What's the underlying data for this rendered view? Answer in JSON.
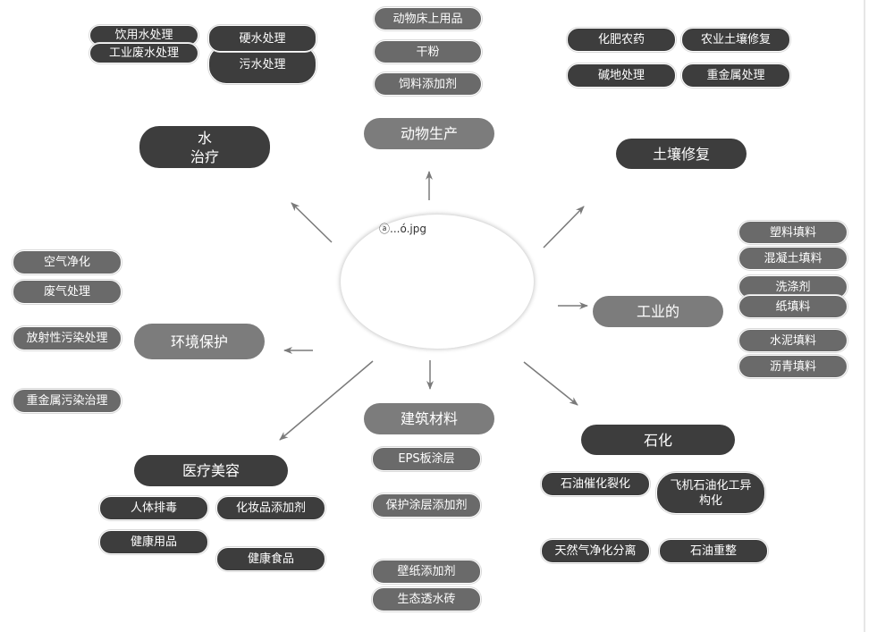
{
  "center": {
    "image_label": "ⓐ...ó.jpg"
  },
  "categories": {
    "water_treatment": "水\n治疗",
    "animal_production": "动物生产",
    "soil_remediation": "土壤修复",
    "industrial": "工业的",
    "petrochemical": "石化",
    "building_materials": "建筑材料",
    "medical_beauty": "医疗美容",
    "environmental_protection": "环境保护"
  },
  "water": [
    "饮用水处理",
    "工业废水处理",
    "硬水处理",
    "污水处理"
  ],
  "animal": [
    "动物床上用品",
    "干粉",
    "饲料添加剂"
  ],
  "soil": [
    "化肥农药",
    "农业土壤修复",
    "碱地处理",
    "重金属处理"
  ],
  "industry": [
    "塑料填料",
    "混凝土填料",
    "洗涤剂",
    "纸填料",
    "水泥填料",
    "沥青填料"
  ],
  "petro": [
    "石油催化裂化",
    "飞机石油化工异\n构化",
    "天然气净化分离",
    "石油重整"
  ],
  "building": [
    "EPS板涂层",
    "保护涂层添加剂",
    "壁纸添加剂",
    "生态透水砖"
  ],
  "medical": [
    "人体排毒",
    "化妆品添加剂",
    "健康用品",
    "健康食品"
  ],
  "environment": [
    "空气净化",
    "废气处理",
    "放射性污染处理",
    "重金属污染治理"
  ],
  "colors": {
    "dark": "#3d3d3d",
    "gray": "#6a6a6a",
    "light_gray": "#7c7c7c",
    "arrow": "#7a7a7a"
  }
}
